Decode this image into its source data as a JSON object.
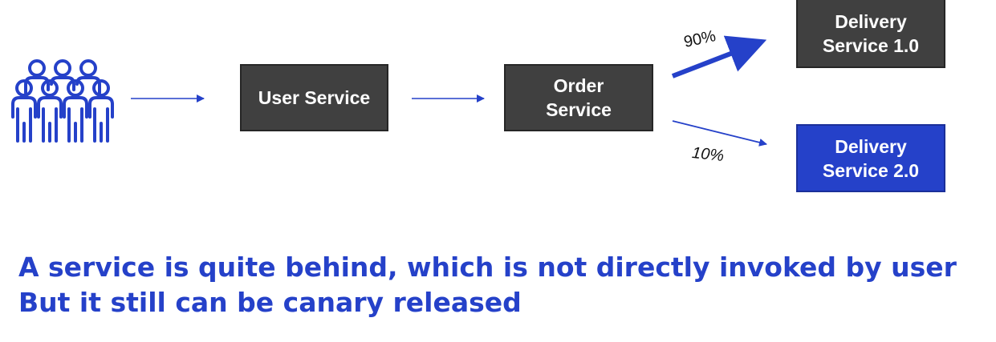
{
  "diagram": {
    "nodes": {
      "user_service": "User Service",
      "order_service": "Order\nService",
      "delivery_v1": "Delivery\nService 1.0",
      "delivery_v2": "Delivery\nService 2.0"
    },
    "traffic_split": {
      "to_v1": "90%",
      "to_v2": "10%"
    },
    "icons": {
      "users": "users-group-icon"
    },
    "colors": {
      "accent": "#2541c9",
      "node_dark": "#404040"
    }
  },
  "caption": {
    "line1": "A service is quite behind, which is not directly invoked by user",
    "line2": "But it still can be canary released"
  }
}
